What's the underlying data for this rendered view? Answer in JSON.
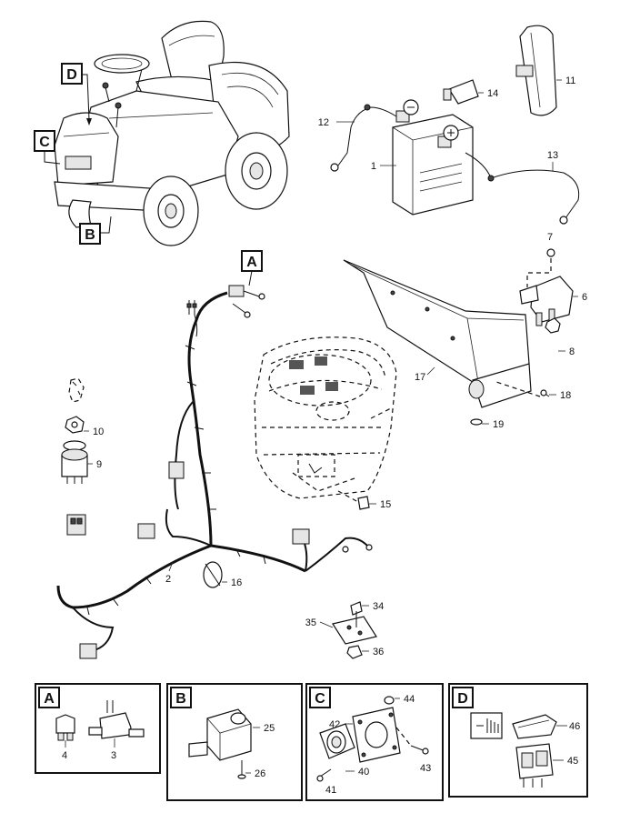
{
  "callouts": {
    "A": "A",
    "B": "B",
    "C": "C",
    "D": "D"
  },
  "detail_panels": [
    {
      "letter": "A",
      "parts": [
        "4",
        "3"
      ]
    },
    {
      "letter": "B",
      "parts": [
        "25",
        "26"
      ]
    },
    {
      "letter": "C",
      "parts": [
        "44",
        "42",
        "40",
        "41",
        "43"
      ]
    },
    {
      "letter": "D",
      "parts": [
        "46",
        "45"
      ]
    }
  ],
  "part_numbers": {
    "p1": "1",
    "p2": "2",
    "p6": "6",
    "p7": "7",
    "p8": "8",
    "p9": "9",
    "p10": "10",
    "p11": "11",
    "p12": "12",
    "p13": "13",
    "p14": "14",
    "p15": "15",
    "p16": "16",
    "p17": "17",
    "p18": "18",
    "p19": "19",
    "p34": "34",
    "p35": "35",
    "p36": "36"
  }
}
